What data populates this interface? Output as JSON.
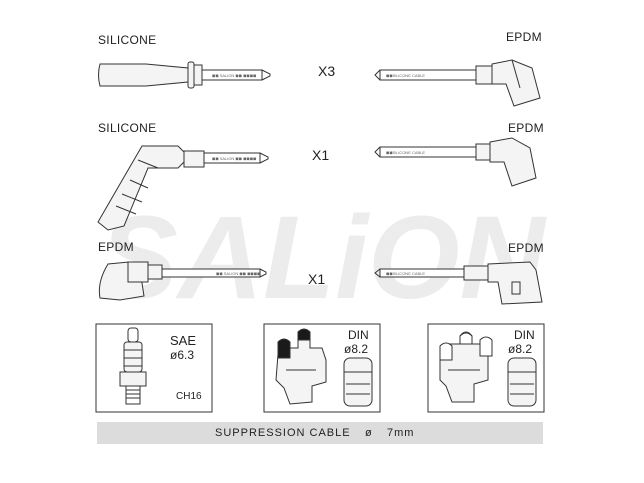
{
  "watermark": {
    "text": "SALiON",
    "color": "#ececec"
  },
  "rows": [
    {
      "left_material": "SILICONE",
      "right_material": "EPDM",
      "quantity": "X3"
    },
    {
      "left_material": "SILICONE",
      "right_material": "EPDM",
      "quantity": "X1"
    },
    {
      "left_material": "EPDM",
      "right_material": "EPDM",
      "quantity": "X1"
    }
  ],
  "boxes": [
    {
      "standard": "SAE",
      "diameter": "ø6.3",
      "code": "CH16",
      "part": "spark-plug-terminal"
    },
    {
      "standard": "DIN",
      "diameter": "ø8.2",
      "part": "distributor-cap-with-terminal"
    },
    {
      "standard": "DIN",
      "diameter": "ø8.2",
      "part": "distributor-cap-with-terminal"
    }
  ],
  "footer": {
    "label": "SUPPRESSION CABLE",
    "symbol": "ø",
    "size": "7mm"
  },
  "colors": {
    "line": "#333333",
    "fill_light": "#f4f4f4",
    "fill_dark": "#1a1a1a",
    "footer_bg": "#dcdcdc"
  }
}
